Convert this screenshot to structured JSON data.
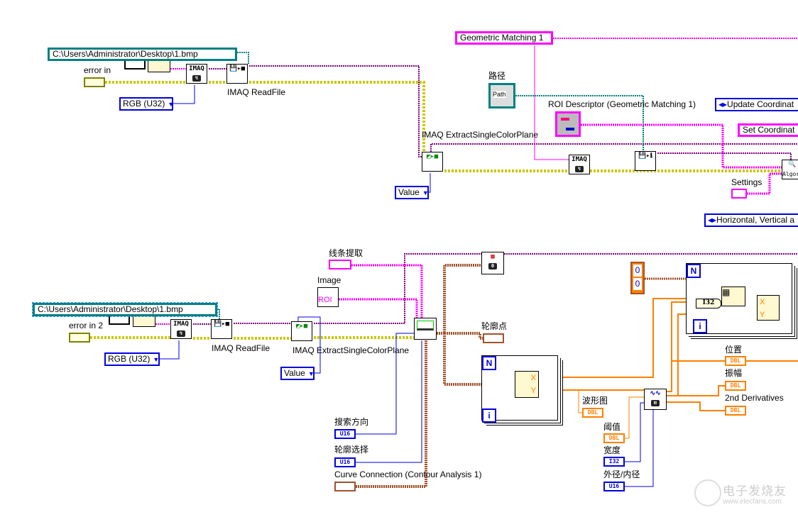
{
  "top": {
    "path_constant": "C:\\Users\\Administrator\\Desktop\\1.bmp",
    "error_in_label": "error in",
    "create_node": "IMAQ",
    "readfile_label": "IMAQ ReadFile",
    "image_type": "RGB (U32)",
    "extract_label": "IMAQ ExtractSingleColorPlane",
    "color_plane": "Value",
    "geometric_matching": "Geometric Matching 1",
    "path_label": "路径",
    "path_control_text": "Path",
    "roi_label": "ROI Descriptor (Geometric Matching 1)",
    "update_coordinates": "Update Coordinat",
    "set_coordinates": "Set Coordinat",
    "imaq2": "IMAQ",
    "algorithm": "Algori",
    "settings_label": "Settings",
    "horizontal": "Horizontal, Vertical a"
  },
  "bottom": {
    "line_extract_label": "线条提取",
    "image_label": "Image",
    "roi_text": "ROI",
    "path_constant": "C:\\Users\\Administrator\\Desktop\\1.bmp",
    "error_in_label": "error in 2",
    "create_node": "IMAQ",
    "readfile_label": "IMAQ ReadFile",
    "image_type": "RGB (U32)",
    "extract_label": "IMAQ ExtractSingleColorPlane",
    "color_plane": "Value",
    "contour_points_label": "轮廓点",
    "waveform_label": "波形图",
    "threshold_label": "阈值",
    "width_label": "宽度",
    "diameter_label": "外径/内径",
    "search_dir_label": "搜索方向",
    "contour_select_label": "轮廓选择",
    "curve_connection_label": "Curve Connection (Contour Analysis 1)",
    "position_label": "位置",
    "amplitude_label": "振幅",
    "second_deriv_label": "2nd Derivatives",
    "array_values": [
      "0",
      "0"
    ],
    "type_dbl": "DBL",
    "type_i32": "I32",
    "type_u16": "U16",
    "loop_n": "N",
    "loop_i": "i",
    "x": "X",
    "y": "Y",
    "zero": "0"
  },
  "watermark": {
    "cn": "电子发烧友",
    "url": "www.elecfans.com"
  },
  "colors": {
    "image": "#800080",
    "error": "#c8c800",
    "path": "#008080",
    "cluster": "#ff00ff",
    "enum": "#0000e0",
    "dbl": "#ff8000",
    "contour": "#a0522d"
  }
}
